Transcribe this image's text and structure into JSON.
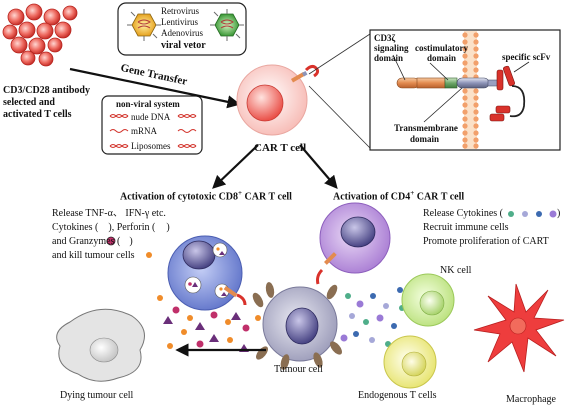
{
  "left_label": [
    "CD3/CD28 antibody",
    "selected and",
    "activated T cells"
  ],
  "viral_box": {
    "items": [
      "Retrovirus",
      "Lentivirus",
      "Adenovirus"
    ],
    "label": "viral vetor"
  },
  "nonviral_box": {
    "title": "non-viral system",
    "items": [
      "nude DNA",
      "mRNA",
      "Liposomes"
    ]
  },
  "gene_transfer": "Gene Transfer",
  "car_t_cell": "CAR T cell",
  "construct": {
    "signaling": [
      "CD3ζ",
      "signaling",
      "domain"
    ],
    "costimulatory": [
      "costimulatory",
      "domain"
    ],
    "scfv": "specific scFv",
    "transmembrane": [
      "Transmembrane",
      "domain"
    ]
  },
  "cd8_heading": {
    "prefix": "Activation of cytotoxic CD8",
    "sup": "+",
    "suffix": " CAR T cell"
  },
  "cd4_heading": {
    "prefix": "Activation of  CD4",
    "sup": "+",
    "suffix": " CAR T cell"
  },
  "cd8_text": {
    "line1": "Release TNF-α、 IFN-γ etc.",
    "line2a": "Cytokines (",
    "line2b": "), Perforin (",
    "line2c": ")",
    "line3a": "and Granzymes (",
    "line3b": ")",
    "line4": "and kill tumour cells"
  },
  "cd4_text": {
    "line1a": "Release Cytokines (",
    "line1b": ")",
    "line2": "Recruit immune cells",
    "line3": "Promote proliferation of CART"
  },
  "labels": {
    "nk": "NK cell",
    "tumour": "Tumour cell",
    "dying": "Dying tumour cell",
    "endogenous": "Endogenous T cells",
    "macrophage": "Macrophage"
  },
  "colors": {
    "t_cell": "#e8504a",
    "car_cell_outer": "#f9c7c3",
    "cd8_cell": "#7d8fd6",
    "cd4_cell": "#b58ad9",
    "tumour_cell": "#a8a8c8",
    "nk_cell": "#cdeb9a",
    "endogenous_cell": "#f0ef96",
    "macrophage": "#ee3d3d",
    "membrane": "#f2b07a",
    "scfv": "#d9322b"
  }
}
